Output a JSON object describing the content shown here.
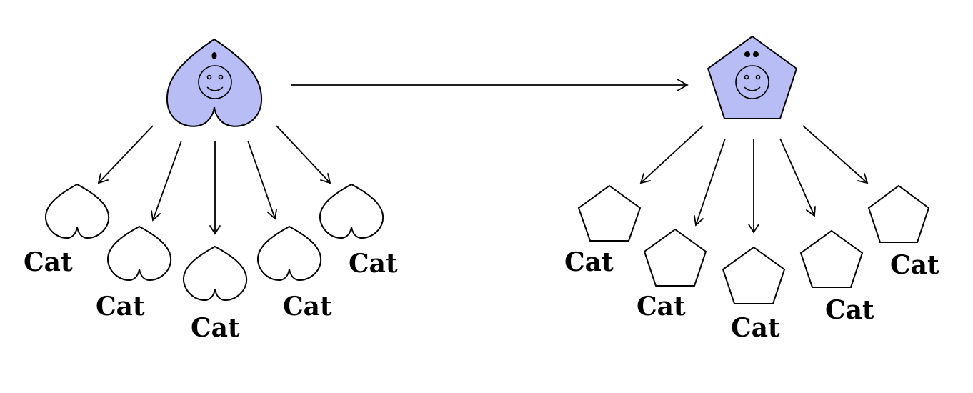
{
  "left_tree": {
    "parent_shape": "heart-with-face",
    "parent_marks": "one-dot",
    "child_shape": "heart-outline",
    "children": [
      {
        "label": "Cat"
      },
      {
        "label": "Cat"
      },
      {
        "label": "Cat"
      },
      {
        "label": "Cat"
      },
      {
        "label": "Cat"
      }
    ]
  },
  "right_tree": {
    "parent_shape": "pentagon-with-face",
    "parent_marks": "two-dots",
    "child_shape": "pentagon-outline",
    "children": [
      {
        "label": "Cat"
      },
      {
        "label": "Cat"
      },
      {
        "label": "Cat"
      },
      {
        "label": "Cat"
      },
      {
        "label": "Cat"
      }
    ]
  },
  "colors": {
    "parent_fill": "#b8bdf5",
    "stroke": "#000000"
  },
  "connector": "arrow-right"
}
